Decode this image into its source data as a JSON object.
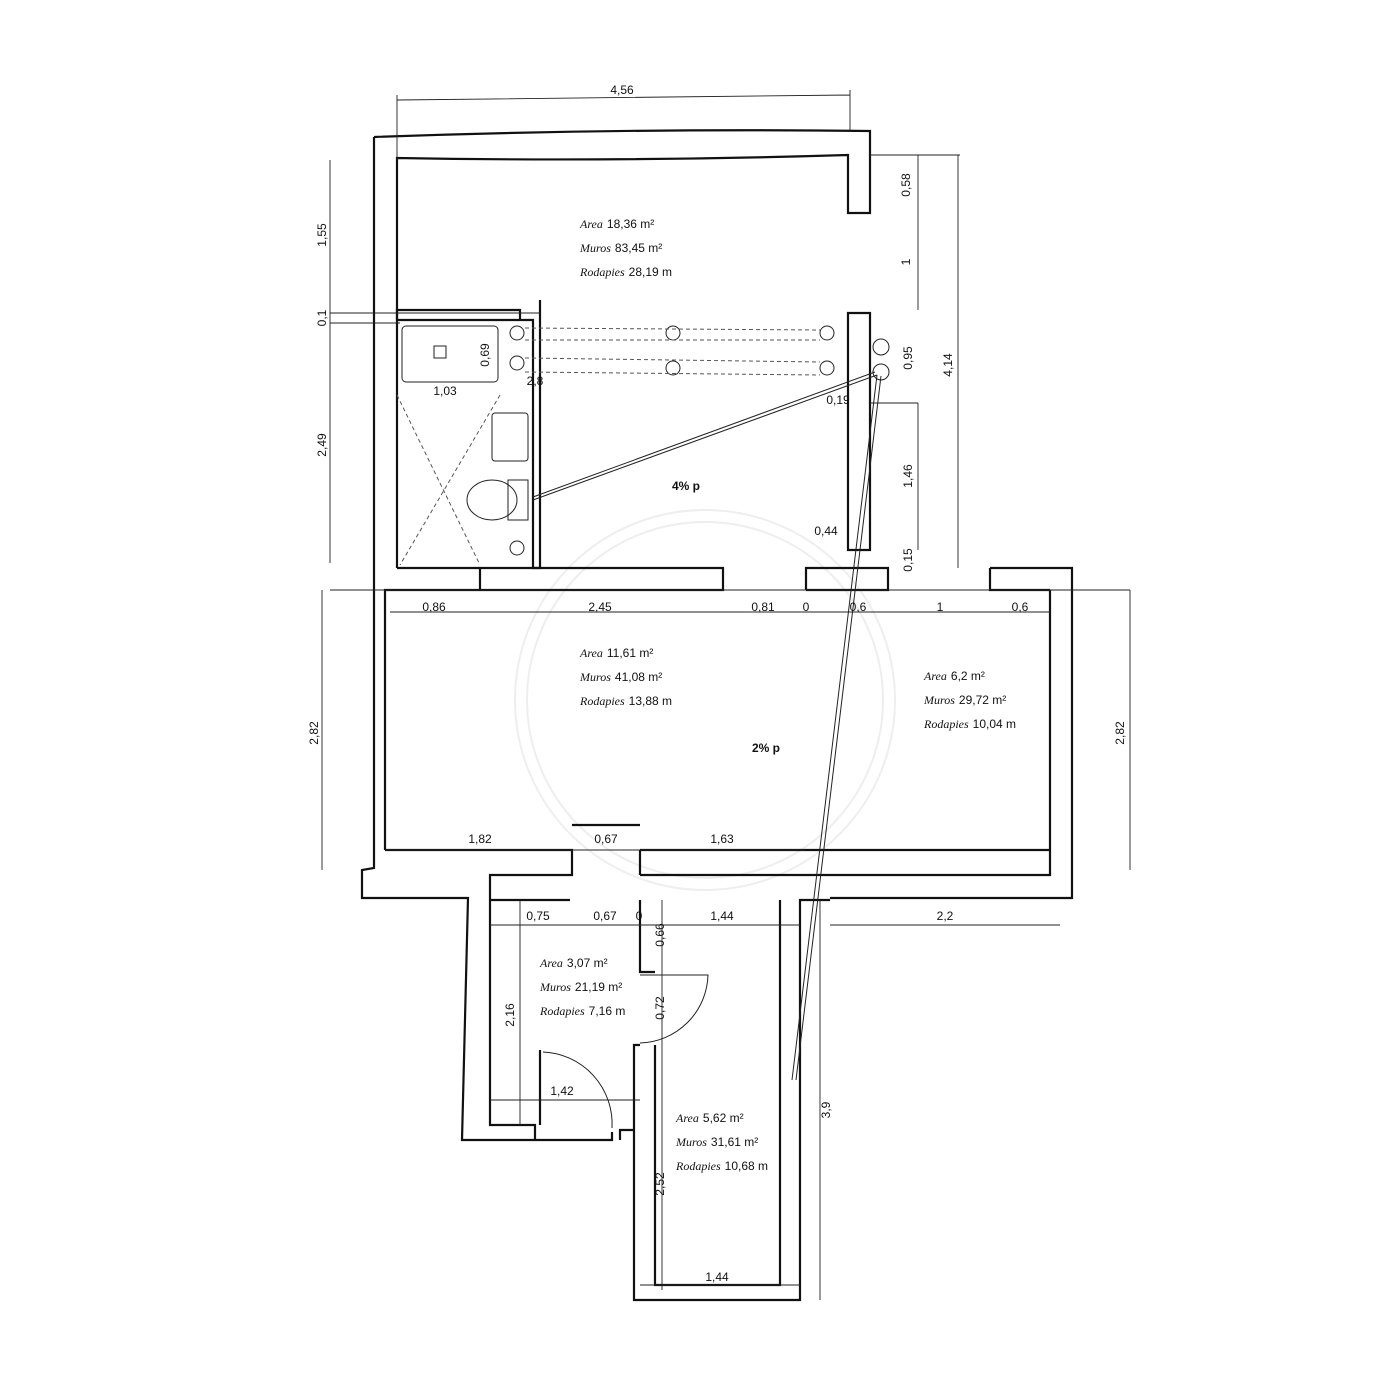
{
  "rooms": [
    {
      "area_label": "Area",
      "area": "18,36 m²",
      "walls_label": "Muros",
      "walls": "83,45 m²",
      "skirting_label": "Rodapies",
      "skirting": "28,19 m"
    },
    {
      "area_label": "Area",
      "area": "11,61 m²",
      "walls_label": "Muros",
      "walls": "41,08 m²",
      "skirting_label": "Rodapies",
      "skirting": "13,88 m"
    },
    {
      "area_label": "Area",
      "area": "6,2 m²",
      "walls_label": "Muros",
      "walls": "29,72 m²",
      "skirting_label": "Rodapies",
      "skirting": "10,04 m"
    },
    {
      "area_label": "Area",
      "area": "3,07 m²",
      "walls_label": "Muros",
      "walls": "21,19 m²",
      "skirting_label": "Rodapies",
      "skirting": "7,16 m"
    },
    {
      "area_label": "Area",
      "area": "5,62 m²",
      "walls_label": "Muros",
      "walls": "31,61 m²",
      "skirting_label": "Rodapies",
      "skirting": "10,68 m"
    }
  ],
  "dimensions": {
    "top": "4,56",
    "right_058": "0,58",
    "right_1": "1",
    "right_414": "4,14",
    "right_095": "0,95",
    "right_019": "0,19",
    "right_146": "1,46",
    "right_044": "0,44",
    "right_015": "0,15",
    "left_155": "1,55",
    "left_01": "0,1",
    "left_249": "2,49",
    "bath_069": "0,69",
    "bath_103": "1,03",
    "bath_28": "2,8",
    "band_086": "0,86",
    "band_245": "2,45",
    "band_081": "0,81",
    "band_0": "0",
    "band_06a": "0,6",
    "band_1": "1",
    "band_06b": "0,6",
    "left_282": "2,82",
    "right_282": "2,82",
    "mid_182": "1,82",
    "mid_067": "0,67",
    "mid_163": "1,63",
    "low_075": "0,75",
    "low_067": "0,67",
    "low_0": "0",
    "low_144": "1,44",
    "low_22": "2,2",
    "low_066": "0,66",
    "low_072": "0,72",
    "low_216": "2,16",
    "low_142": "1,42",
    "low_39": "3,9",
    "low_252": "2,52",
    "bottom_144": "1,44"
  },
  "slopes": {
    "upper": "4% p",
    "lower": "2% p"
  }
}
